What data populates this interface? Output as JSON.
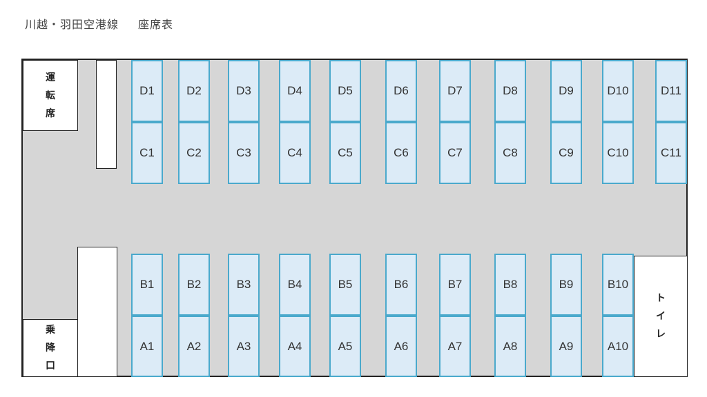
{
  "title": {
    "route": "川越・羽田空港線",
    "label": "座席表"
  },
  "driver_seat_chars": [
    "運",
    "転",
    "席"
  ],
  "boarding_chars": [
    "乗",
    "降",
    "口"
  ],
  "toilet_chars": [
    "ト",
    "イ",
    "レ"
  ],
  "colors": {
    "seat_fill": "#dcebf7",
    "seat_border": "#4aa9cc",
    "aisle": "#d6d6d6"
  },
  "rows": [
    {
      "D": "D1",
      "C": "C1",
      "B": "B1",
      "A": "A1"
    },
    {
      "D": "D2",
      "C": "C2",
      "B": "B2",
      "A": "A2"
    },
    {
      "D": "D3",
      "C": "C3",
      "B": "B3",
      "A": "A3"
    },
    {
      "D": "D4",
      "C": "C4",
      "B": "B4",
      "A": "A4"
    },
    {
      "D": "D5",
      "C": "C5",
      "B": "B5",
      "A": "A5"
    },
    {
      "D": "D6",
      "C": "C6",
      "B": "B6",
      "A": "A6"
    },
    {
      "D": "D7",
      "C": "C7",
      "B": "B7",
      "A": "A7"
    },
    {
      "D": "D8",
      "C": "C8",
      "B": "B8",
      "A": "A8"
    },
    {
      "D": "D9",
      "C": "C9",
      "B": "B9",
      "A": "A9"
    },
    {
      "D": "D10",
      "C": "C10",
      "B": "B10",
      "A": "A10"
    },
    {
      "D": "D11",
      "C": "C11"
    }
  ]
}
